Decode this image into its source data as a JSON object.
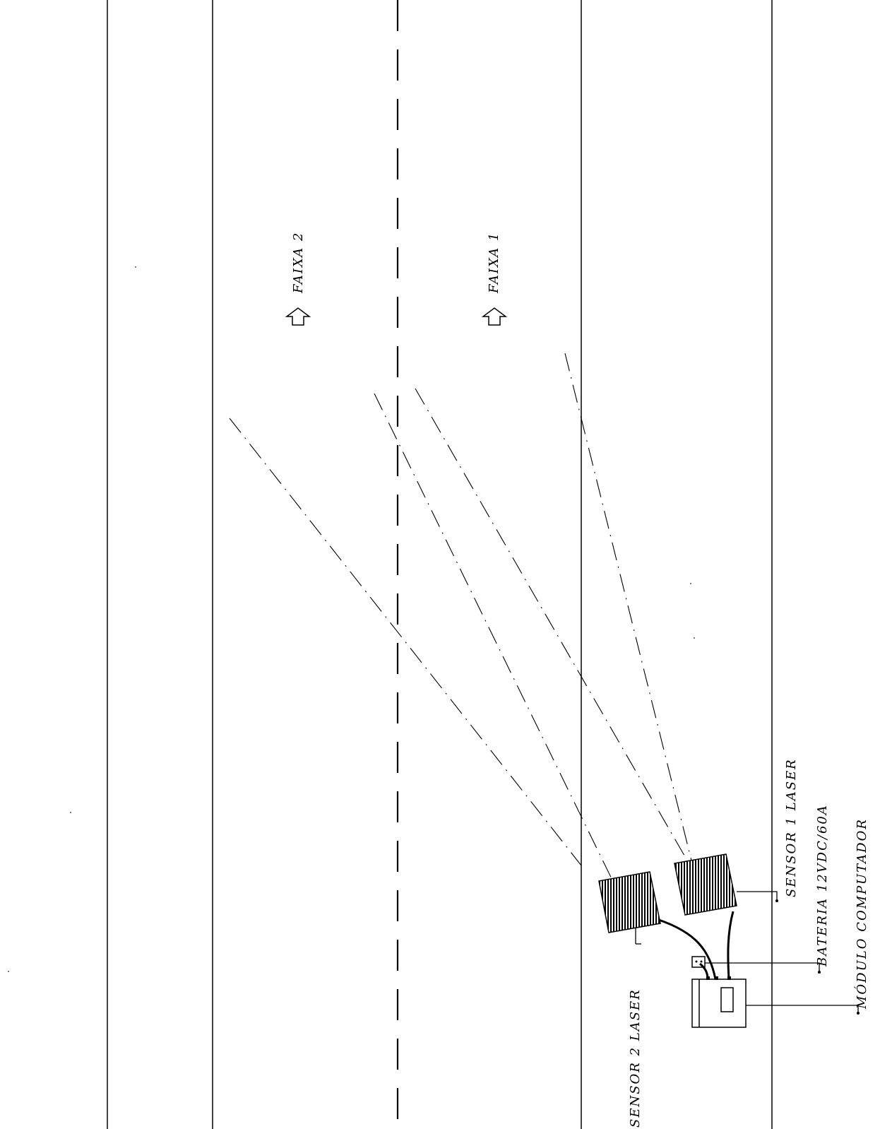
{
  "labels": {
    "lane_2": "FAIXA 2",
    "lane_1": "FAIXA 1",
    "sensor_1": "SENSOR 1 LASER",
    "battery": "BATERIA 12VDC/60A",
    "computer": "MÓDULO COMPUTADOR",
    "sensor_2": "SENSOR 2 LASER"
  }
}
